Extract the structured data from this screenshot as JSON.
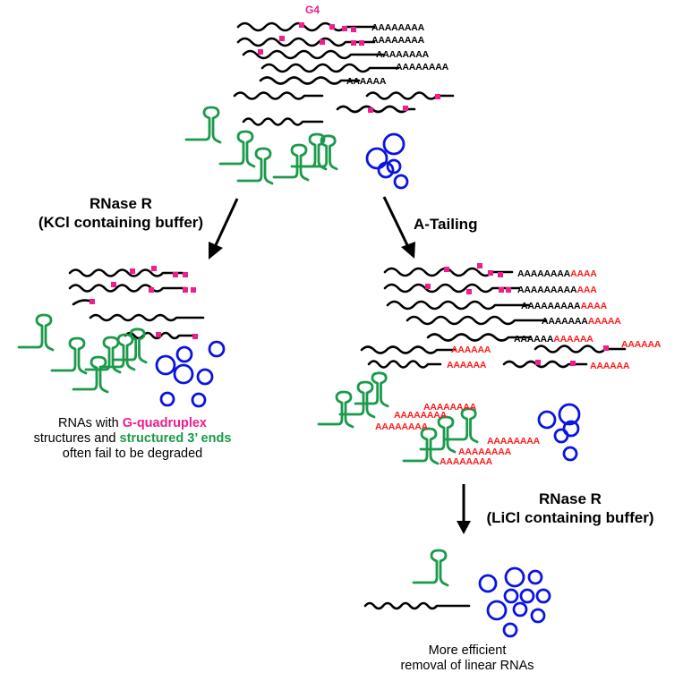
{
  "colors": {
    "rna_strand": "#000000",
    "g_quadruplex": "#ee1e8c",
    "structured_end": "#1a9a4a",
    "circular_rna": "#0a14e0",
    "original_polyA": "#000000",
    "added_polyA": "#ff1a1a"
  },
  "top": {
    "g4_label": "G4",
    "polyA_tails": [
      "AAAAAAAA",
      "AAAAAAAA",
      "AAAAAAAA",
      "AAAAAAAA",
      "AAAAAA"
    ]
  },
  "left_branch": {
    "step_title": "RNase R",
    "step_condition": "(KCl containing buffer)",
    "caption": {
      "line1_prefix": "RNAs with ",
      "line1_highlight": "G-quadruplex",
      "line2_prefix": "structures and ",
      "line2_highlight": "structured 3’ ends",
      "line3": "often fail to be degraded"
    }
  },
  "right_branch": {
    "step_title": "A-Tailing",
    "tailed_linear": [
      {
        "original": "AAAAAAAA",
        "added": "AAAA"
      },
      {
        "original": "AAAAAAAAA",
        "added": "AAA"
      },
      {
        "original": "AAAAAAAAA",
        "added": "AAAA"
      },
      {
        "original": "AAAAAAA",
        "added": "AAAAA"
      },
      {
        "original": "AAAAAA",
        "added": "AAAAAA"
      },
      {
        "original": "",
        "added": "AAAAAA"
      },
      {
        "original": "",
        "added": "AAAAAA"
      },
      {
        "original": "",
        "added": "AAAAAA"
      },
      {
        "original": "",
        "added": "AAAAAA"
      }
    ],
    "tailed_structured": [
      "AAAAAAAA",
      "AAAAAAAA",
      "AAAAAAAA",
      "AAAAAAAA",
      "AAAAAAAA",
      "AAAAAAAA"
    ]
  },
  "bottom": {
    "step_title": "RNase R",
    "step_condition": "(LiCl containing buffer)",
    "caption_line1": "More efficient",
    "caption_line2": "removal of linear RNAs"
  }
}
